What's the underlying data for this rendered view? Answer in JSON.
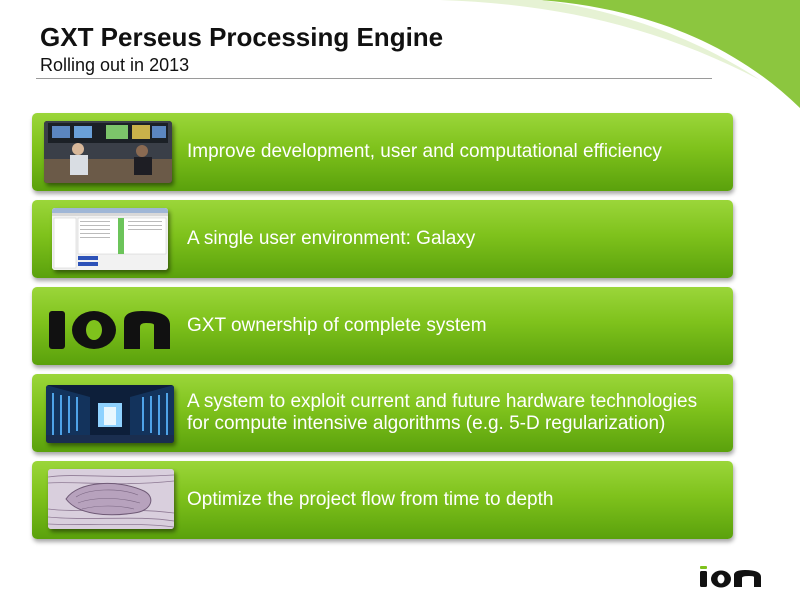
{
  "slide": {
    "title": "GXT Perseus Processing Engine",
    "subtitle": "Rolling out in 2013"
  },
  "panels": [
    {
      "text": "Improve development, user and computational efficiency",
      "thumbnail": "photo-operators-at-workstations"
    },
    {
      "text": "A single user environment: Galaxy",
      "thumbnail": "software-screenshot"
    },
    {
      "text": "GXT ownership of complete system",
      "thumbnail": "ion-logo"
    },
    {
      "text": "A system to exploit current and future hardware technologies for compute intensive algorithms (e.g. 5-D regularization)",
      "thumbnail": "server-room-photo"
    },
    {
      "text": "Optimize the project flow from time to depth",
      "thumbnail": "seismic-section-image"
    }
  ],
  "footer": {
    "logo": "ion-logo"
  },
  "colors": {
    "accent_green": "#7fc21c",
    "dark_green": "#5aa10c",
    "title_text": "#111111"
  }
}
